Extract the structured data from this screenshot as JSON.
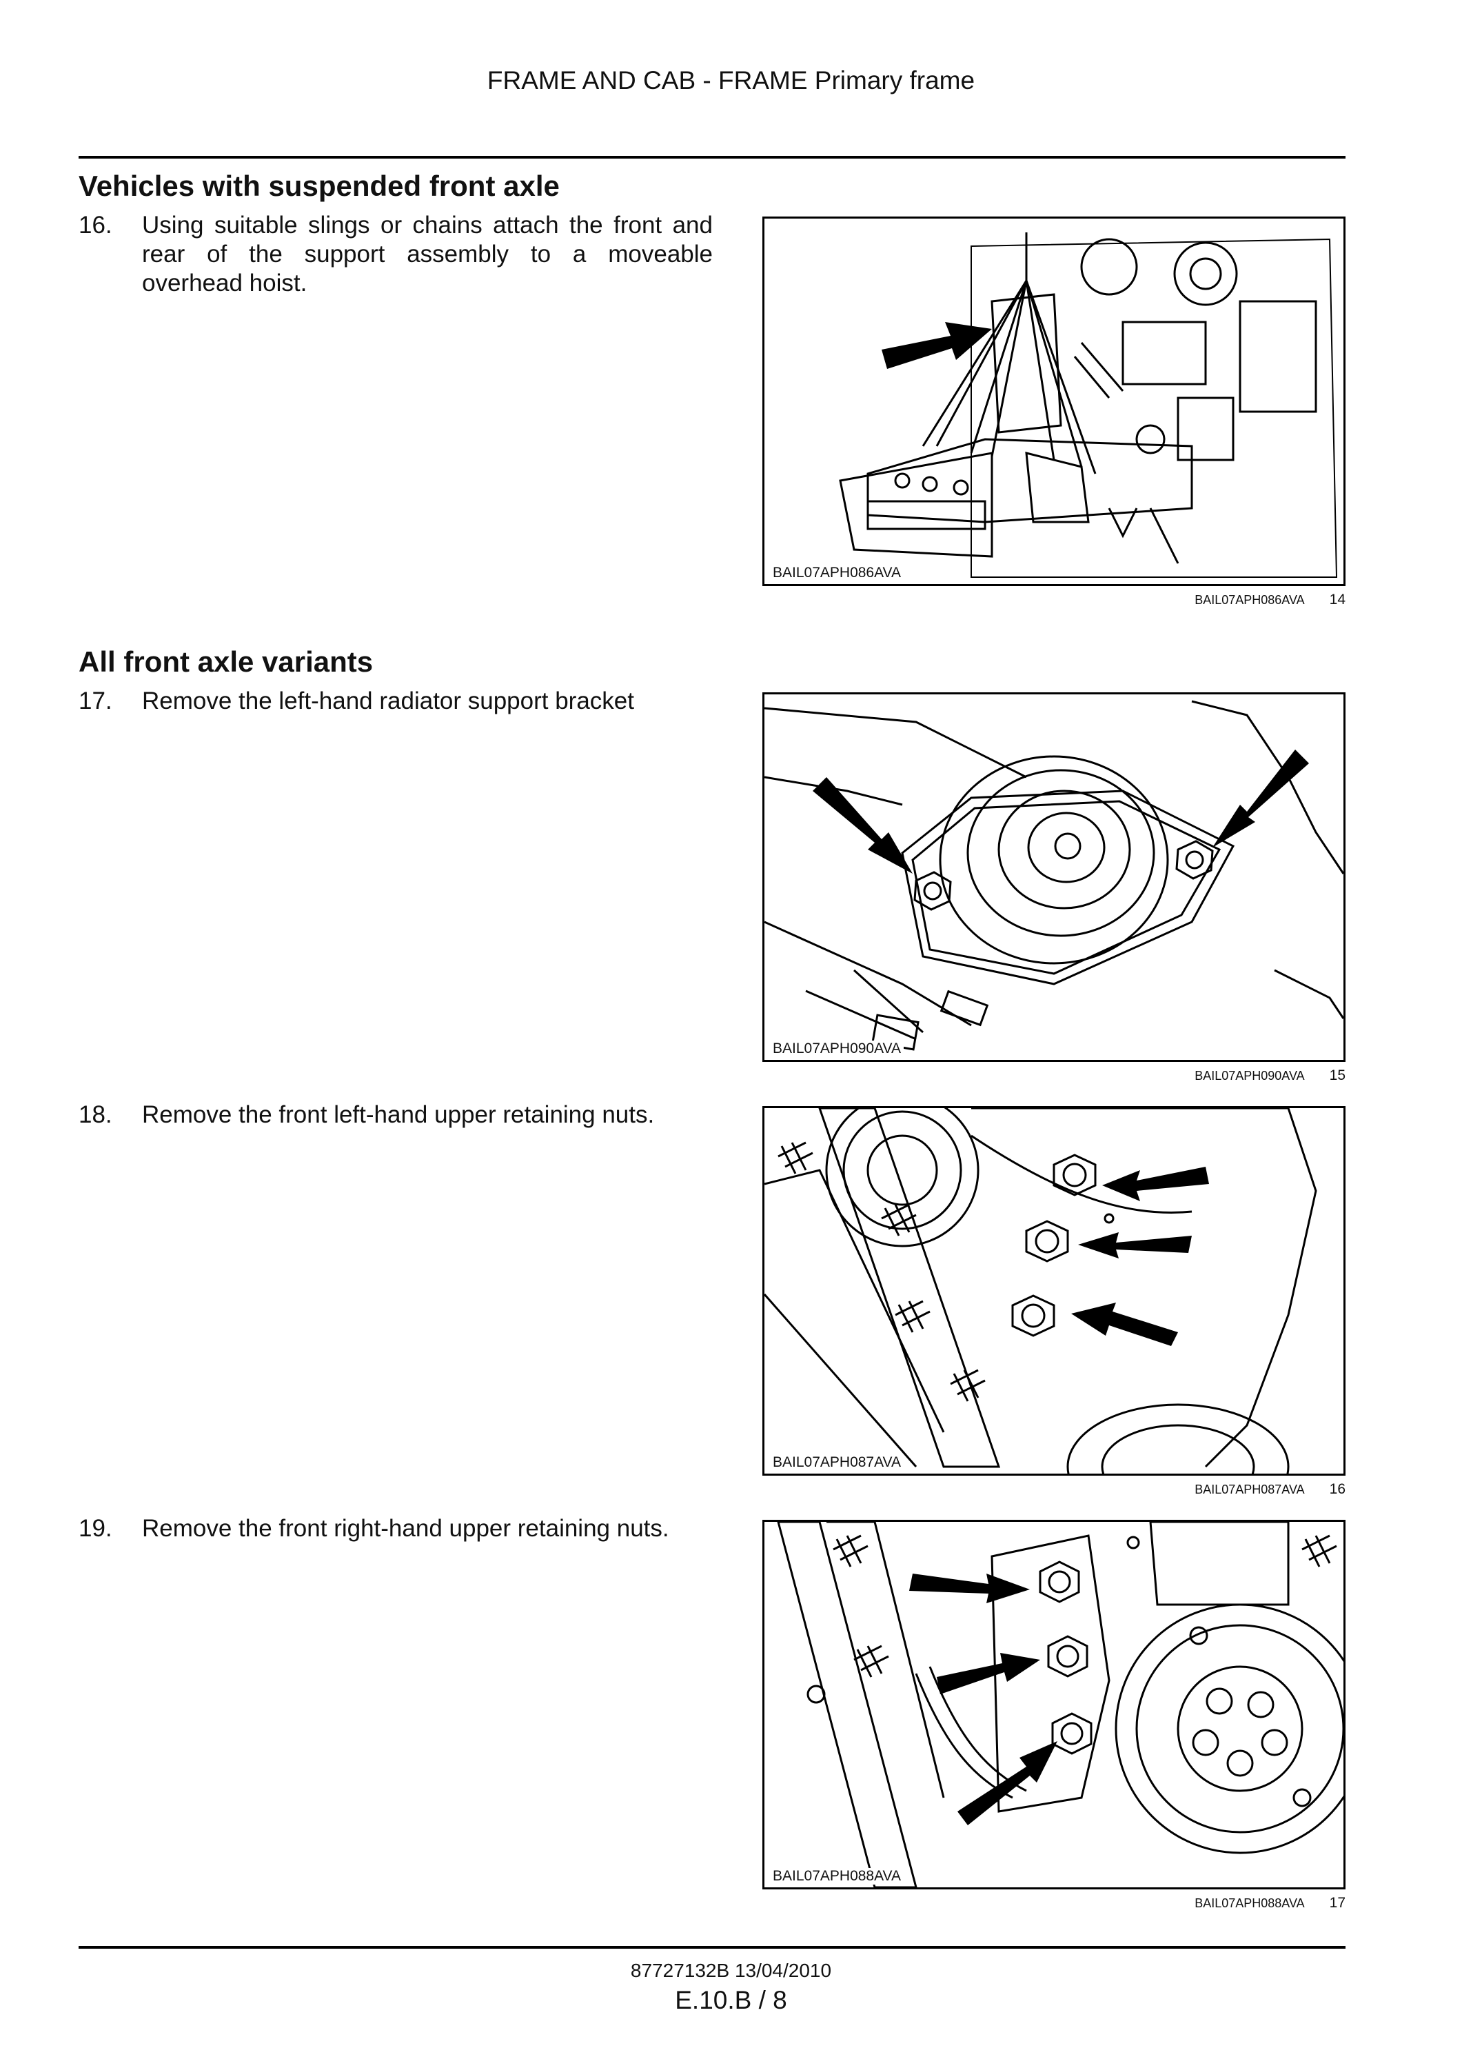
{
  "header": {
    "title": "FRAME AND CAB - FRAME Primary frame"
  },
  "sections": [
    {
      "heading": "Vehicles with suspended front axle"
    },
    {
      "heading": "All front axle variants"
    }
  ],
  "steps": [
    {
      "number": "16.",
      "text": "Using suitable slings or chains attach the front and rear of the support assembly to a moveable overhead hoist."
    },
    {
      "number": "17.",
      "text": "Remove the left-hand radiator support bracket"
    },
    {
      "number": "18.",
      "text": "Remove the front left-hand upper retaining nuts."
    },
    {
      "number": "19.",
      "text": "Remove the front right-hand upper retaining nuts."
    }
  ],
  "figures": [
    {
      "code": "BAIL07APH086AVA",
      "caption_code": "BAIL07APH086AVA",
      "number": "14"
    },
    {
      "code": "BAIL07APH090AVA",
      "caption_code": "BAIL07APH090AVA",
      "number": "15"
    },
    {
      "code": "BAIL07APH087AVA",
      "caption_code": "BAIL07APH087AVA",
      "number": "16"
    },
    {
      "code": "BAIL07APH088AVA",
      "caption_code": "BAIL07APH088AVA",
      "number": "17"
    }
  ],
  "footer": {
    "doc_ref": "87727132B 13/04/2010",
    "page": "E.10.B / 8"
  }
}
